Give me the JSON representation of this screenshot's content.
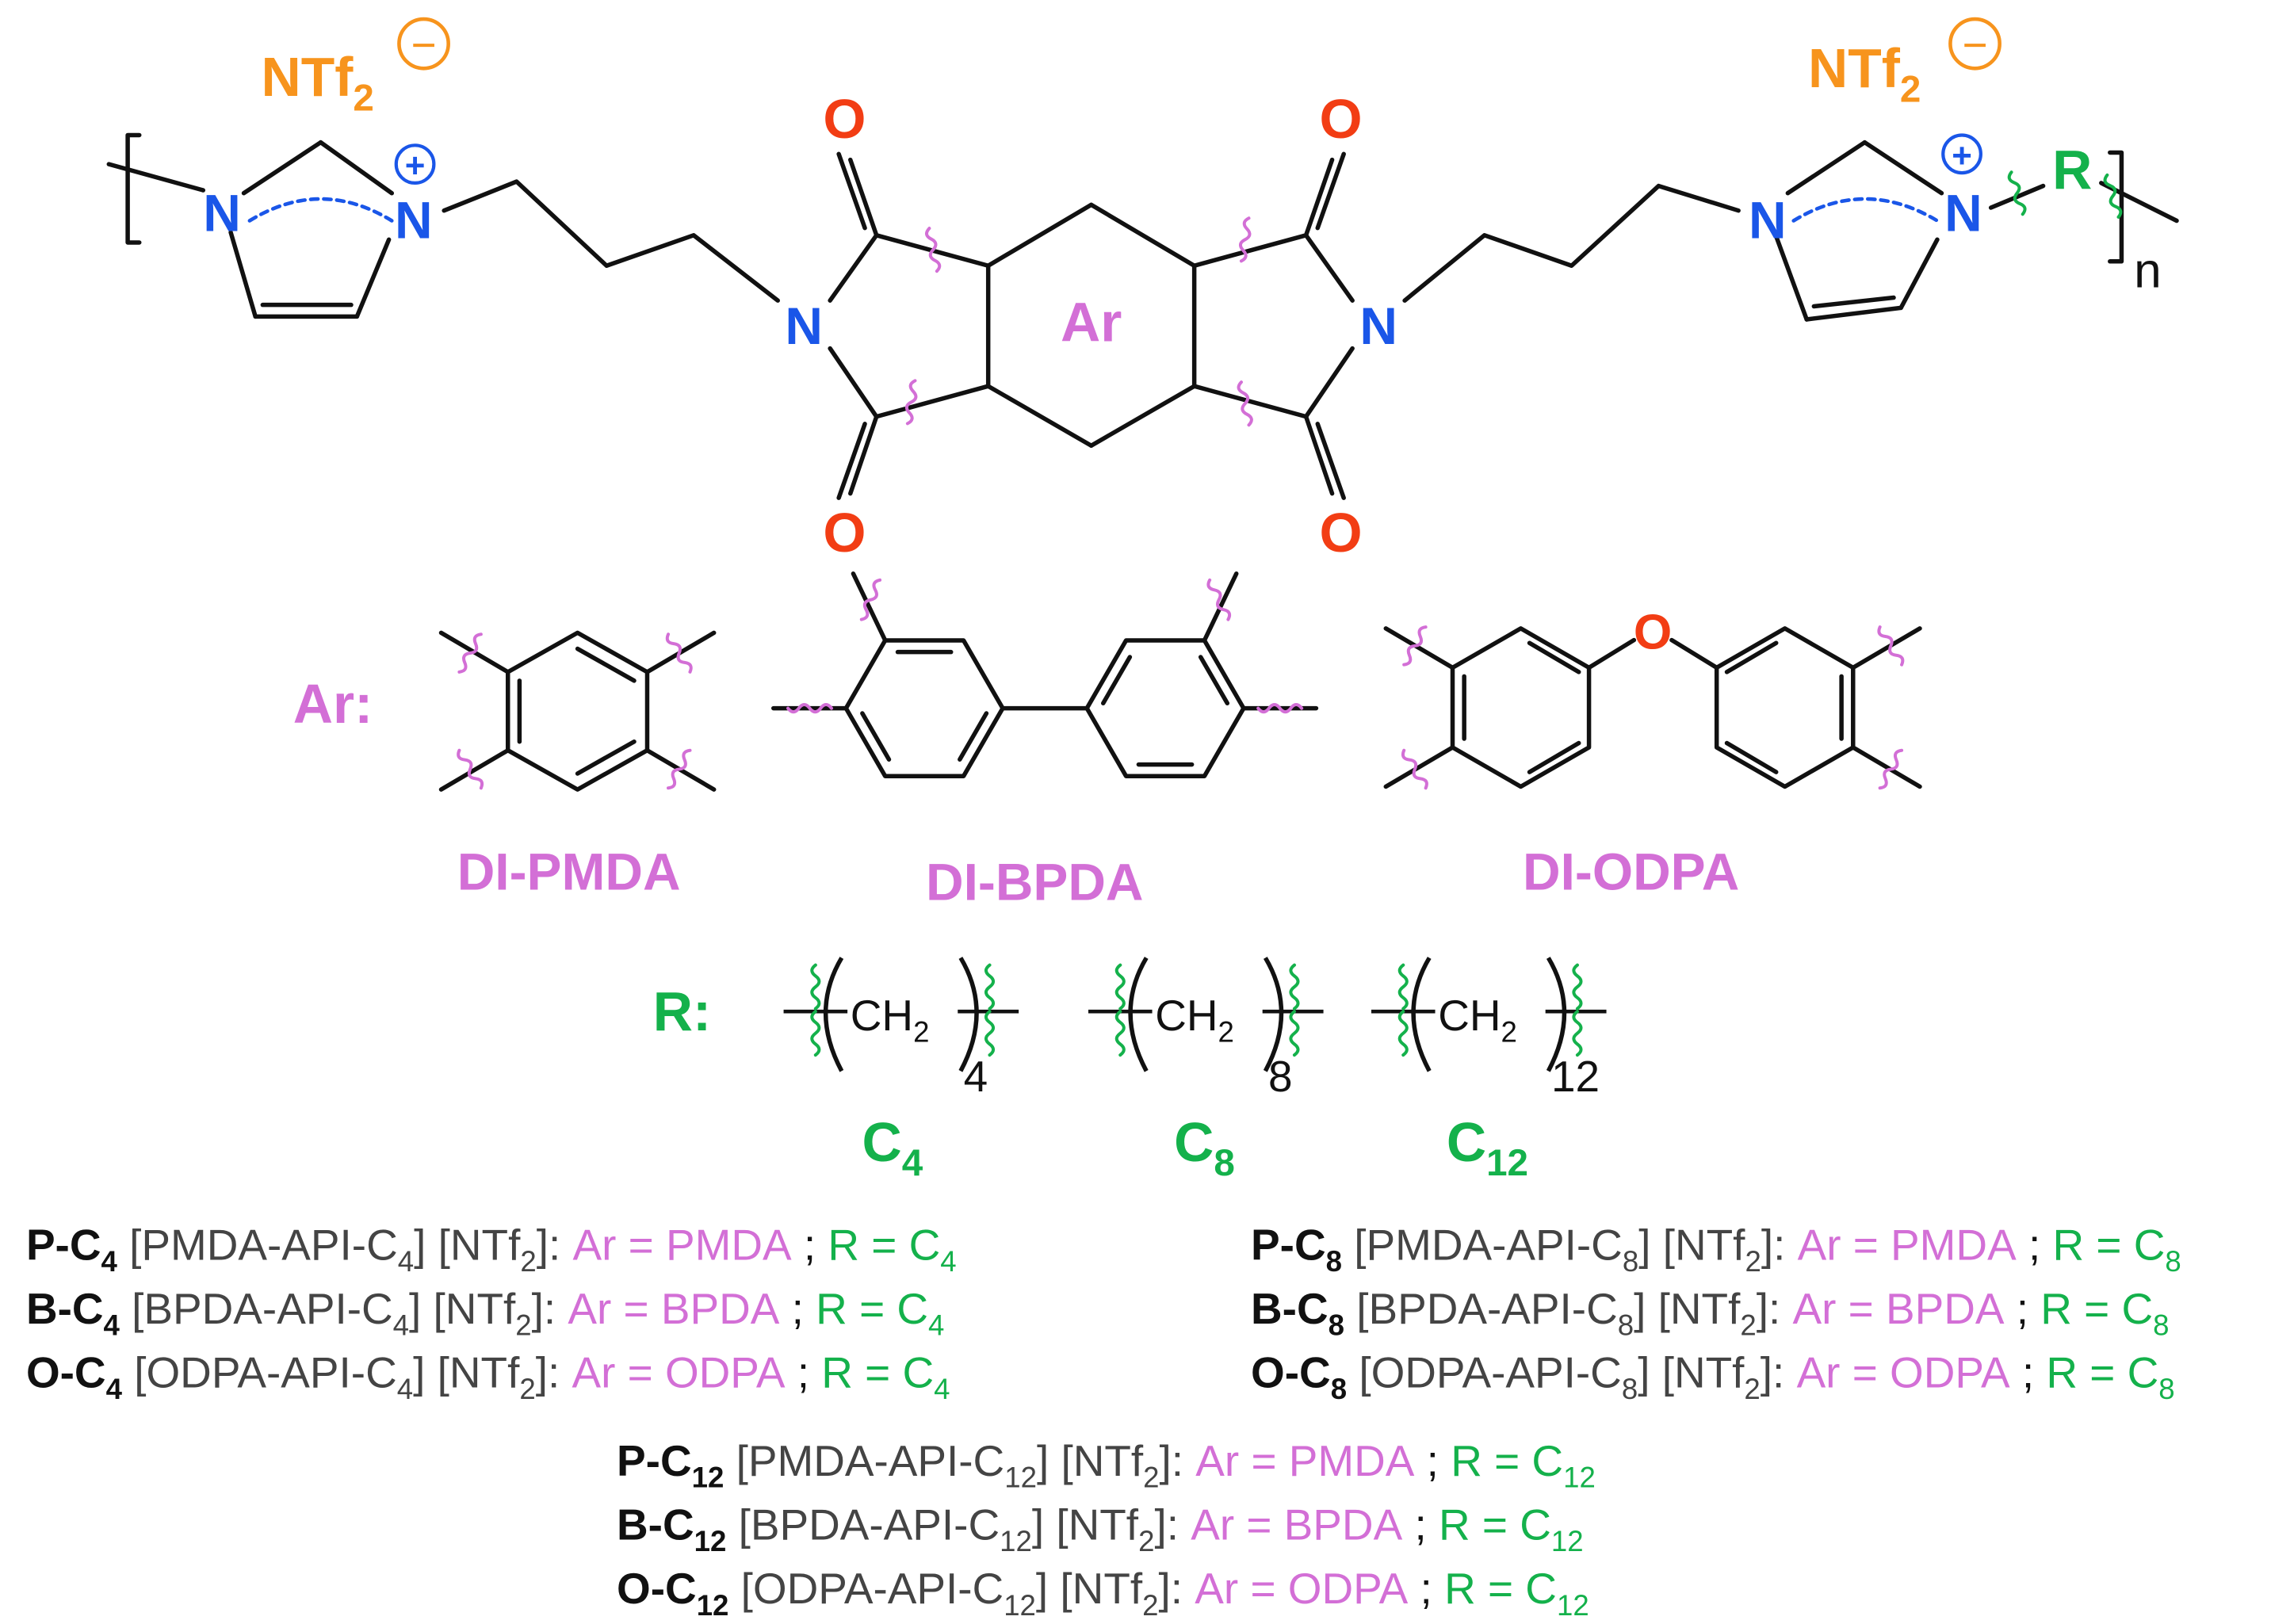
{
  "colors": {
    "black": "#111111",
    "nitrogen": "#1a56e8",
    "oxygen": "#f23d14",
    "anion": "#f7941d",
    "aryl": "#d36fd6",
    "alkyl": "#14b14b",
    "gray": "#444444"
  },
  "polymer": {
    "anion_left": "NTf",
    "anion_left_sub": "2",
    "anion_right": "NTf",
    "anion_right_sub": "2",
    "minus": "−",
    "plus": "+",
    "N": "N",
    "O": "O",
    "Ar": "Ar",
    "R": "R",
    "repeat": "n"
  },
  "ar_section": {
    "label": "Ar:",
    "names": [
      "DI-PMDA",
      "DI-BPDA",
      "DI-ODPA"
    ],
    "ether_O": "O"
  },
  "r_section": {
    "label": "R:",
    "unit": "CH",
    "unit_sub": "2",
    "options": [
      {
        "n": "4",
        "name": "C",
        "sub": "4"
      },
      {
        "n": "8",
        "name": "C",
        "sub": "8"
      },
      {
        "n": "12",
        "name": "C",
        "sub": "12"
      }
    ]
  },
  "legend": [
    {
      "code": "P-C",
      "code_sub": "4",
      "full_a": "[PMDA-API-C",
      "full_sub": "4",
      "full_b": "] [NTf",
      "full_sub2": "2",
      "full_c": "]:",
      "ar": "Ar = PMDA",
      "sep": ";",
      "r": "R = C",
      "r_sub": "4"
    },
    {
      "code": "B-C",
      "code_sub": "4",
      "full_a": "[BPDA-API-C",
      "full_sub": "4",
      "full_b": "] [NTf",
      "full_sub2": "2",
      "full_c": "]:",
      "ar": "Ar = BPDA",
      "sep": ";",
      "r": "R = C",
      "r_sub": "4"
    },
    {
      "code": "O-C",
      "code_sub": "4",
      "full_a": "[ODPA-API-C",
      "full_sub": "4",
      "full_b": "] [NTf",
      "full_sub2": "2",
      "full_c": "]:",
      "ar": "Ar = ODPA",
      "sep": ";",
      "r": "R = C",
      "r_sub": "4"
    },
    {
      "code": "P-C",
      "code_sub": "8",
      "full_a": "[PMDA-API-C",
      "full_sub": "8",
      "full_b": "] [NTf",
      "full_sub2": "2",
      "full_c": "]:",
      "ar": "Ar = PMDA",
      "sep": ";",
      "r": "R = C",
      "r_sub": "8"
    },
    {
      "code": "B-C",
      "code_sub": "8",
      "full_a": "[BPDA-API-C",
      "full_sub": "8",
      "full_b": "] [NTf",
      "full_sub2": "2",
      "full_c": "]:",
      "ar": "Ar = BPDA",
      "sep": ";",
      "r": "R = C",
      "r_sub": "8"
    },
    {
      "code": "O-C",
      "code_sub": "8",
      "full_a": "[ODPA-API-C",
      "full_sub": "8",
      "full_b": "] [NTf",
      "full_sub2": "2",
      "full_c": "]:",
      "ar": "Ar = ODPA",
      "sep": ";",
      "r": "R = C",
      "r_sub": "8"
    },
    {
      "code": "P-C",
      "code_sub": "12",
      "full_a": "[PMDA-API-C",
      "full_sub": "12",
      "full_b": "] [NTf",
      "full_sub2": "2",
      "full_c": "]:",
      "ar": "Ar = PMDA",
      "sep": ";",
      "r": "R = C",
      "r_sub": "12"
    },
    {
      "code": "B-C",
      "code_sub": "12",
      "full_a": "[BPDA-API-C",
      "full_sub": "12",
      "full_b": "] [NTf",
      "full_sub2": "2",
      "full_c": "]:",
      "ar": "Ar = BPDA",
      "sep": ";",
      "r": "R = C",
      "r_sub": "12"
    },
    {
      "code": "O-C",
      "code_sub": "12",
      "full_a": "[ODPA-API-C",
      "full_sub": "12",
      "full_b": "] [NTf",
      "full_sub2": "2",
      "full_c": "]:",
      "ar": "Ar = ODPA",
      "sep": ";",
      "r": "R = C",
      "r_sub": "12"
    }
  ]
}
